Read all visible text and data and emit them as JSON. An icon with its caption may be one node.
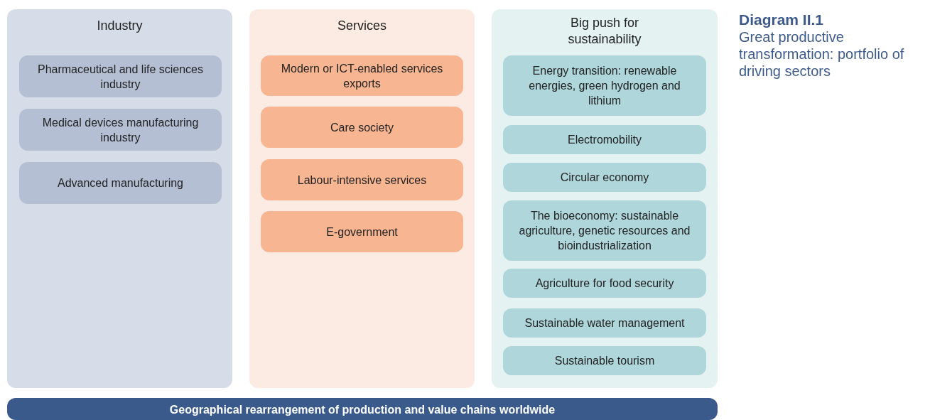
{
  "diagram": {
    "title": "Diagram II.1",
    "caption": "Great productive transformation: portfolio of driving sectors",
    "nodes": [
      {
        "text": [
          "Industry"
        ]
      },
      {
        "text": [
          "Pharmaceutical and life sciences industry"
        ],
        "in": 0
      },
      {
        "text": [
          "Medical devices manufacturing industry"
        ],
        "in": 0
      },
      {
        "text": [
          "Advanced manufacturing"
        ],
        "in": 0
      },
      {
        "text": [
          "Services"
        ]
      },
      {
        "text": [
          "Modern or ICT-enabled services exports"
        ],
        "in": 4
      },
      {
        "text": [
          "Care society"
        ],
        "in": 4
      },
      {
        "text": [
          "Labour-intensive services"
        ],
        "in": 4
      },
      {
        "text": [
          "E-government"
        ],
        "in": 4
      },
      {
        "text": [
          "Big push for sustainability"
        ]
      },
      {
        "text": [
          "Energy transition: renewable energies, green hydrogen and lithium"
        ],
        "in": 9
      },
      {
        "text": [
          "Electromobility"
        ],
        "in": 9
      },
      {
        "text": [
          "Circular economy"
        ],
        "in": 9
      },
      {
        "text": [
          "The bioeconomy: sustainable agriculture, genetic resources and bioindustrialization"
        ],
        "in": 9
      },
      {
        "text": [
          "Agriculture for food security"
        ],
        "in": 9
      },
      {
        "text": [
          "Sustainable water management"
        ],
        "in": 9
      },
      {
        "text": [
          "Sustainable tourism"
        ],
        "in": 9
      },
      {
        "text": [
          "Geographical rearrangement of production and value chains worldwide"
        ]
      }
    ],
    "edges": []
  }
}
